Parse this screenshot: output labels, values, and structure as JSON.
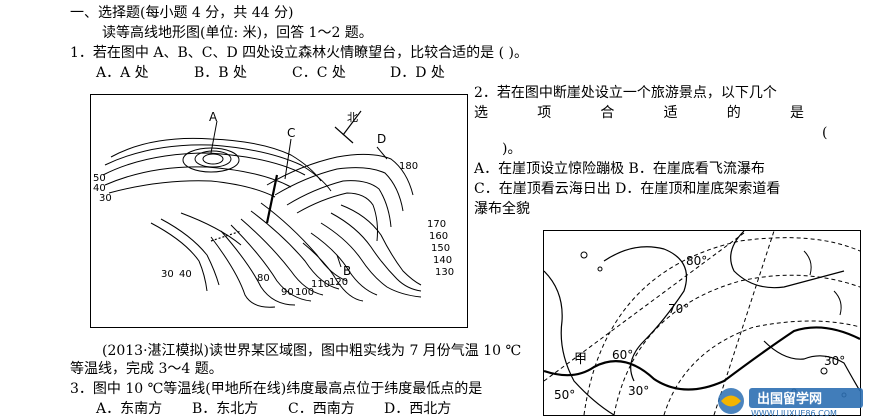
{
  "section": {
    "heading": "一、选择题(每小题 4 分，共 44 分)"
  },
  "intro": {
    "text1": "读等高线地形图(单位: 米)，回答 1～2 题。"
  },
  "q1": {
    "stem": "1．若在图中 A、B、C、D 四处设立森林火情瞭望台，比较合适的是 (        )。",
    "options": [
      "A．A 处",
      "B．B 处",
      "C．C 处",
      "D．D 处"
    ]
  },
  "q2": {
    "line1": "2．若在图中断崖处设立一个旅游景点，以下几个",
    "line2_words": [
      "选",
      "项",
      "合",
      "适",
      "的",
      "是"
    ],
    "line3": "(",
    "line4": ")。",
    "optA_B": "A．在崖顶设立惊险蹦极   B．在崖底看飞流瀑布",
    "optC_D": "C．在崖顶看云海日出 D．在崖顶和崖底架索道看",
    "optD_cont": "瀑布全貌"
  },
  "map1": {
    "labels": {
      "A": "A",
      "B": "B",
      "C": "C",
      "D": "D",
      "north": "北"
    },
    "contours_left": [
      "50",
      "40",
      "30"
    ],
    "contours_right": [
      "170",
      "160",
      "150",
      "140",
      "130"
    ],
    "contour_180": "180",
    "contours_bottom": [
      "30",
      "40",
      "80",
      "90",
      "100",
      "110",
      "120"
    ]
  },
  "intro2": {
    "line1": "(2013·湛江模拟)读世界某区域图，图中粗实线为 7 月份气温 10 ℃",
    "line2": "等温线，完成 3～4 题。"
  },
  "q3": {
    "stem": "3．图中 10 ℃等温线(甲地所在线)纬度最高点位于纬度最低点的是",
    "options": [
      "A．东南方",
      "B．东北方",
      "C．西南方",
      "D．西北方"
    ]
  },
  "map2": {
    "labels": {
      "lat80": "80°",
      "lat70": "70°",
      "lat60": "60°",
      "lon30a": "30°",
      "lon50": "50°",
      "lon30b": "30°",
      "jia": "甲"
    }
  },
  "watermark": {
    "text": "出国留学网",
    "url": "WWW.LIUXUE86.COM"
  }
}
